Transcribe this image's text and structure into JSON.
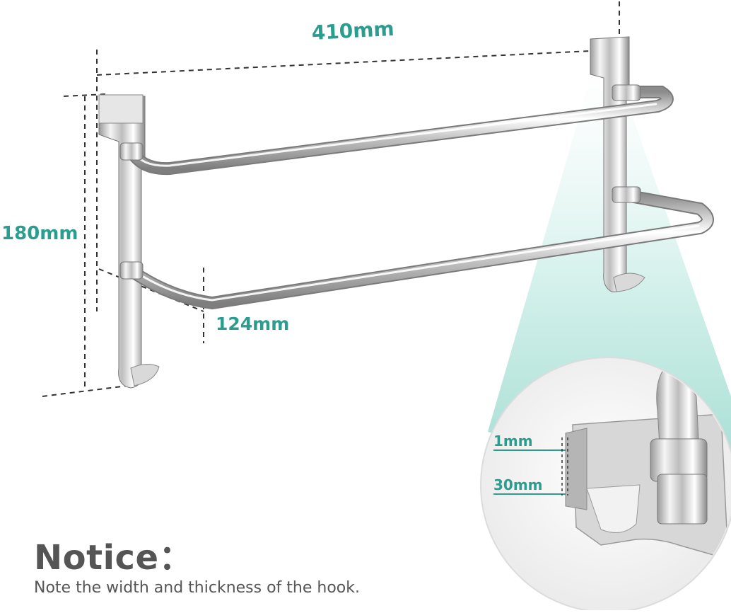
{
  "dimensions": {
    "width": "410mm",
    "height": "180mm",
    "depth": "124mm",
    "hook_thickness": "1mm",
    "hook_width": "30mm"
  },
  "notice": {
    "title": "Notice：",
    "text": "Note the width and thickness of the hook."
  },
  "colors": {
    "accent": "#2a9d8f",
    "notice_title": "#555555",
    "notice_text": "#555555",
    "dashed_line": "#333333",
    "chrome_light": "#f4f4f4",
    "chrome_dark": "#8a8a8a",
    "spotlight": "#a8e0d6"
  }
}
